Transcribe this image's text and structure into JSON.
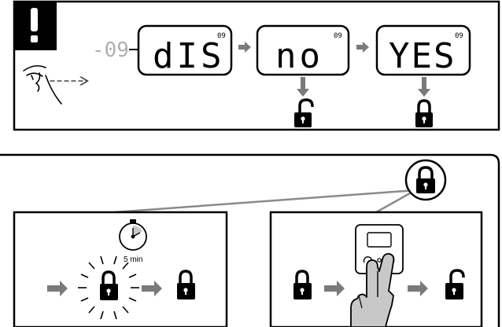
{
  "top_panel": {
    "warning_icon": "exclamation-mark-icon",
    "eye_icon": "eye-looking-icon",
    "faded_code": "-09",
    "steps": [
      {
        "display_text": "dIS",
        "badge": "09",
        "outcome_icon": "none"
      },
      {
        "display_text": "no",
        "badge": "09",
        "outcome_icon": "unlocked-padlock-icon"
      },
      {
        "display_text": "YES",
        "badge": "09",
        "outcome_icon": "locked-padlock-icon"
      }
    ]
  },
  "bottom_panel": {
    "header_icon": "locked-padlock-icon",
    "left_box": {
      "timer_label": "5 min",
      "timer_icon": "stopwatch-icon",
      "sequence": [
        "arrow-right-icon",
        "blinking-locked-padlock-icon",
        "arrow-right-icon",
        "locked-padlock-icon"
      ]
    },
    "right_box": {
      "sequence": [
        "locked-padlock-icon",
        "arrow-right-icon",
        "two-finger-press-hand-icon",
        "arrow-right-icon",
        "unlocked-padlock-icon"
      ],
      "device_icon": "thermostat-device-icon"
    }
  },
  "colors": {
    "line": "#000000",
    "grey_line": "#8a8a8a",
    "arrow_grey": "#7a7a7a",
    "hand_fill": "#c8c8c8",
    "faded_digits": "#b0b0b0"
  }
}
